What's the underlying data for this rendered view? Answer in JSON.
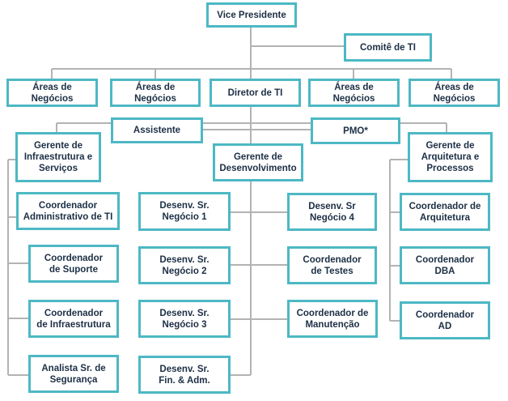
{
  "colors": {
    "border": "#4db8c4",
    "connector": "#b3b3b3",
    "text": "#1c2f45"
  },
  "nodes": {
    "vice_presidente": "Vice Presidente",
    "comite_ti": "Comitê de TI",
    "areas_negocios_1": "Áreas de Negócios",
    "areas_negocios_2": "Áreas de Negócios",
    "diretor_ti": "Diretor de TI",
    "areas_negocios_3": "Áreas de Negócios",
    "areas_negocios_4": "Áreas de Negócios",
    "assistente": "Assistente",
    "pmo": "PMO*",
    "gerente_infra": "Gerente de\nInfraestrutura e\nServiços",
    "gerente_desenv": "Gerente de\nDesenvolvimento",
    "gerente_arq": "Gerente de\nArquitetura e\nProcessos",
    "coord_adm_ti": "Coordenador\nAdministrativo de TI",
    "coord_suporte": "Coordenador\nde Suporte",
    "coord_infra": "Coordenador\nde Infraestrutura",
    "analista_seg": "Analista Sr. de\nSegurança",
    "desenv_neg1": "Desenv. Sr.\nNegócio 1",
    "desenv_neg2": "Desenv. Sr.\nNegócio 2",
    "desenv_neg3": "Desenv. Sr.\nNegócio 3",
    "desenv_fin": "Desenv. Sr.\nFin. & Adm.",
    "desenv_neg4": "Desenv. Sr\nNegócio 4",
    "coord_testes": "Coordenador\nde Testes",
    "coord_manut": "Coordenador de\nManutenção",
    "coord_arq": "Coordenador de\nArquitetura",
    "coord_dba": "Coordenador\nDBA",
    "coord_ad": "Coordenador\nAD"
  }
}
